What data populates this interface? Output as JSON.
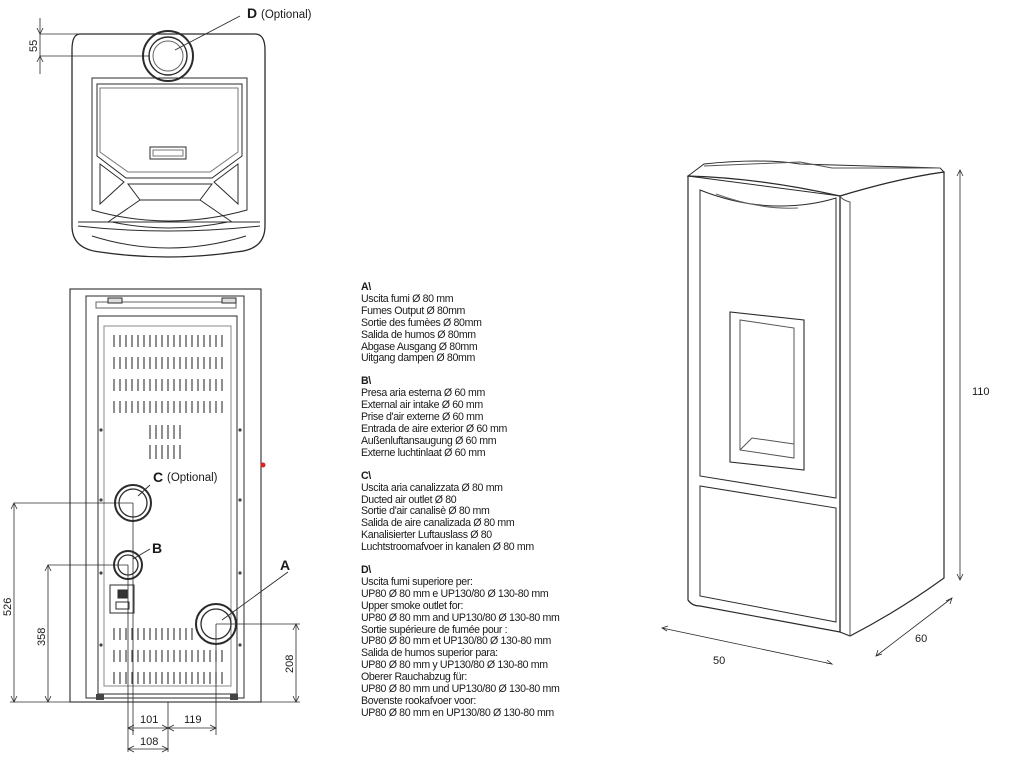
{
  "labels": {
    "d_letter": "D",
    "d_note": "(Optional)",
    "c_letter": "C",
    "c_note": "(Optional)",
    "b_letter": "B",
    "a_letter": "A"
  },
  "dimensions": {
    "top_offset": "55",
    "height_c": "526",
    "height_b": "358",
    "height_a": "208",
    "width_101": "101",
    "width_119": "119",
    "width_108": "108",
    "height_total": "110",
    "width_total": "50",
    "depth_total": "60"
  },
  "legend": [
    {
      "head": "A\\",
      "lines": [
        "Uscita fumi Ø 80 mm",
        "Fumes Output Ø 80mm",
        "Sortie des fumèes Ø 80mm",
        "Salida de humos Ø 80mm",
        "Abgase Ausgang Ø 80mm",
        "Uitgang dampen Ø 80mm"
      ]
    },
    {
      "head": "B\\",
      "lines": [
        "Presa aria esterna Ø 60 mm",
        "External air intake Ø 60 mm",
        "Prise d'air externe Ø 60 mm",
        "Entrada de aire exterior Ø 60 mm",
        "Außenluftansaugung Ø 60 mm",
        "Externe luchtinlaat Ø 60 mm"
      ]
    },
    {
      "head": "C\\",
      "lines": [
        "Uscita aria canalizzata Ø 80 mm",
        "Ducted air outlet Ø 80",
        "Sortie d'air canalisè Ø 80 mm",
        "Salida de aire canalizada Ø 80 mm",
        "Kanalisierter Luftauslass Ø 80",
        "Luchtstroomafvoer in kanalen Ø 80 mm"
      ]
    },
    {
      "head": "D\\",
      "lines": [
        "Uscita fumi superiore per:",
        "UP80 Ø 80 mm e UP130/80 Ø 130-80 mm",
        "Upper smoke outlet for:",
        "UP80 Ø 80 mm and UP130/80 Ø 130-80 mm",
        "Sortie supérieure de fumée pour :",
        "UP80 Ø 80 mm et UP130/80 Ø 130-80 mm",
        "Salida de humos superior para:",
        "UP80 Ø 80 mm y UP130/80 Ø 130-80 mm",
        "Oberer Rauchabzug für:",
        "UP80 Ø 80 mm und UP130/80 Ø 130-80 mm",
        "Bovenste rookafvoer voor:",
        "UP80 Ø 80 mm en UP130/80 Ø 130-80 mm"
      ]
    }
  ]
}
